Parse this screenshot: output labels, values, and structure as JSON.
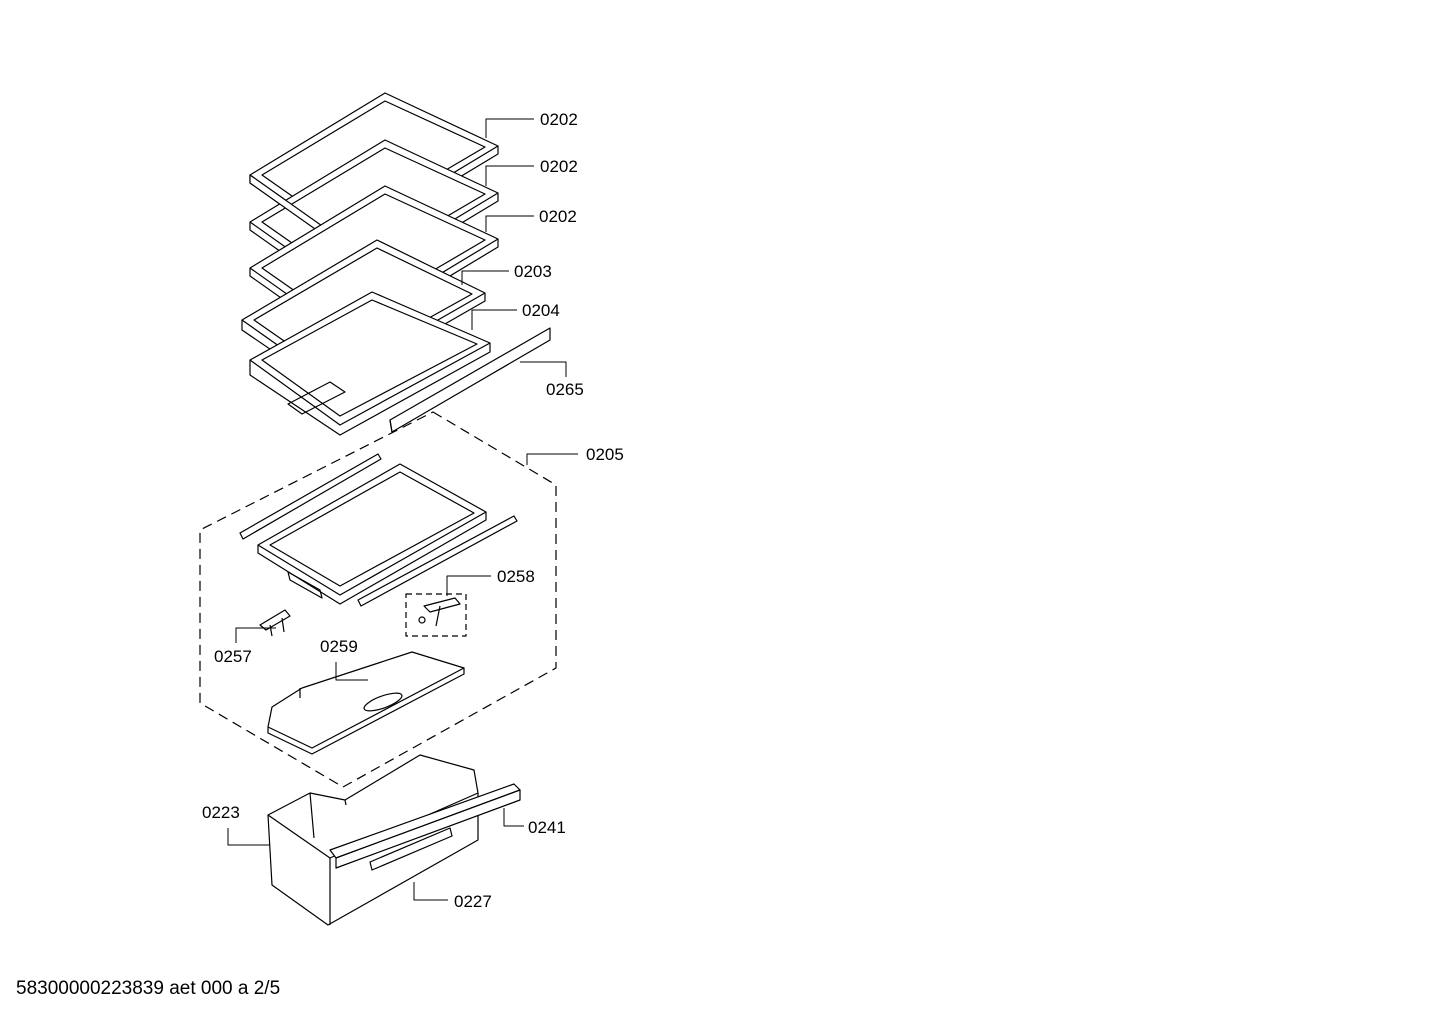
{
  "parts": [
    {
      "id": "p1",
      "number": "0202"
    },
    {
      "id": "p2",
      "number": "0202"
    },
    {
      "id": "p3",
      "number": "0202"
    },
    {
      "id": "p4",
      "number": "0203"
    },
    {
      "id": "p5",
      "number": "0204"
    },
    {
      "id": "p6",
      "number": "0265"
    },
    {
      "id": "p7",
      "number": "0205"
    },
    {
      "id": "p8",
      "number": "0258"
    },
    {
      "id": "p9",
      "number": "0257"
    },
    {
      "id": "p10",
      "number": "0259"
    },
    {
      "id": "p11",
      "number": "0223"
    },
    {
      "id": "p12",
      "number": "0241"
    },
    {
      "id": "p13",
      "number": "0227"
    }
  ],
  "footer": {
    "text": "58300000223839 aet 000 a 2/5"
  }
}
